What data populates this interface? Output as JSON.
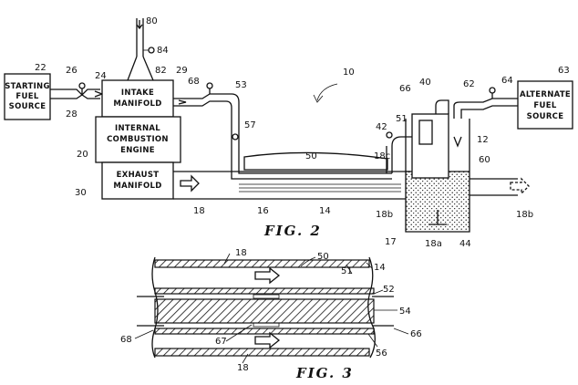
{
  "boxes": {
    "starting_fuel": [
      "STARTING",
      "FUEL",
      "SOURCE"
    ],
    "intake": [
      "INTAKE",
      "MANIFOLD"
    ],
    "engine": [
      "INTERNAL",
      "COMBUSTION",
      "ENGINE"
    ],
    "exhaust": [
      "EXHAUST",
      "MANIFOLD"
    ],
    "alternate_fuel": [
      "ALTERNATE",
      "FUEL",
      "SOURCE"
    ]
  },
  "captions": {
    "fig2": "FIG. 2",
    "fig3": "FIG. 3"
  },
  "refs": {
    "r80": "80",
    "r84": "84",
    "r82": "82",
    "r22": "22",
    "r26": "26",
    "r24": "24",
    "r28": "28",
    "r29": "29",
    "r68a": "68",
    "r53": "53",
    "r10": "10",
    "r63": "63",
    "r20": "20",
    "r57": "57",
    "r66a": "66",
    "r40": "40",
    "r62": "62",
    "r64": "64",
    "r42": "42",
    "r51a": "51",
    "r50a": "50",
    "r18c": "18c",
    "r12": "12",
    "r60": "60",
    "r30": "30",
    "r18a": "18",
    "r16": "16",
    "r14a": "14",
    "r18b": "18b",
    "r17": "17",
    "r18b2": "18b",
    "r18a2": "18a",
    "r44": "44",
    "f3_18a": "18",
    "f3_50": "50",
    "f3_51": "51",
    "f3_14": "14",
    "f3_52": "52",
    "f3_54": "54",
    "f3_66": "66",
    "f3_68": "68",
    "f3_67": "67",
    "f3_56": "56",
    "f3_18b": "18"
  }
}
